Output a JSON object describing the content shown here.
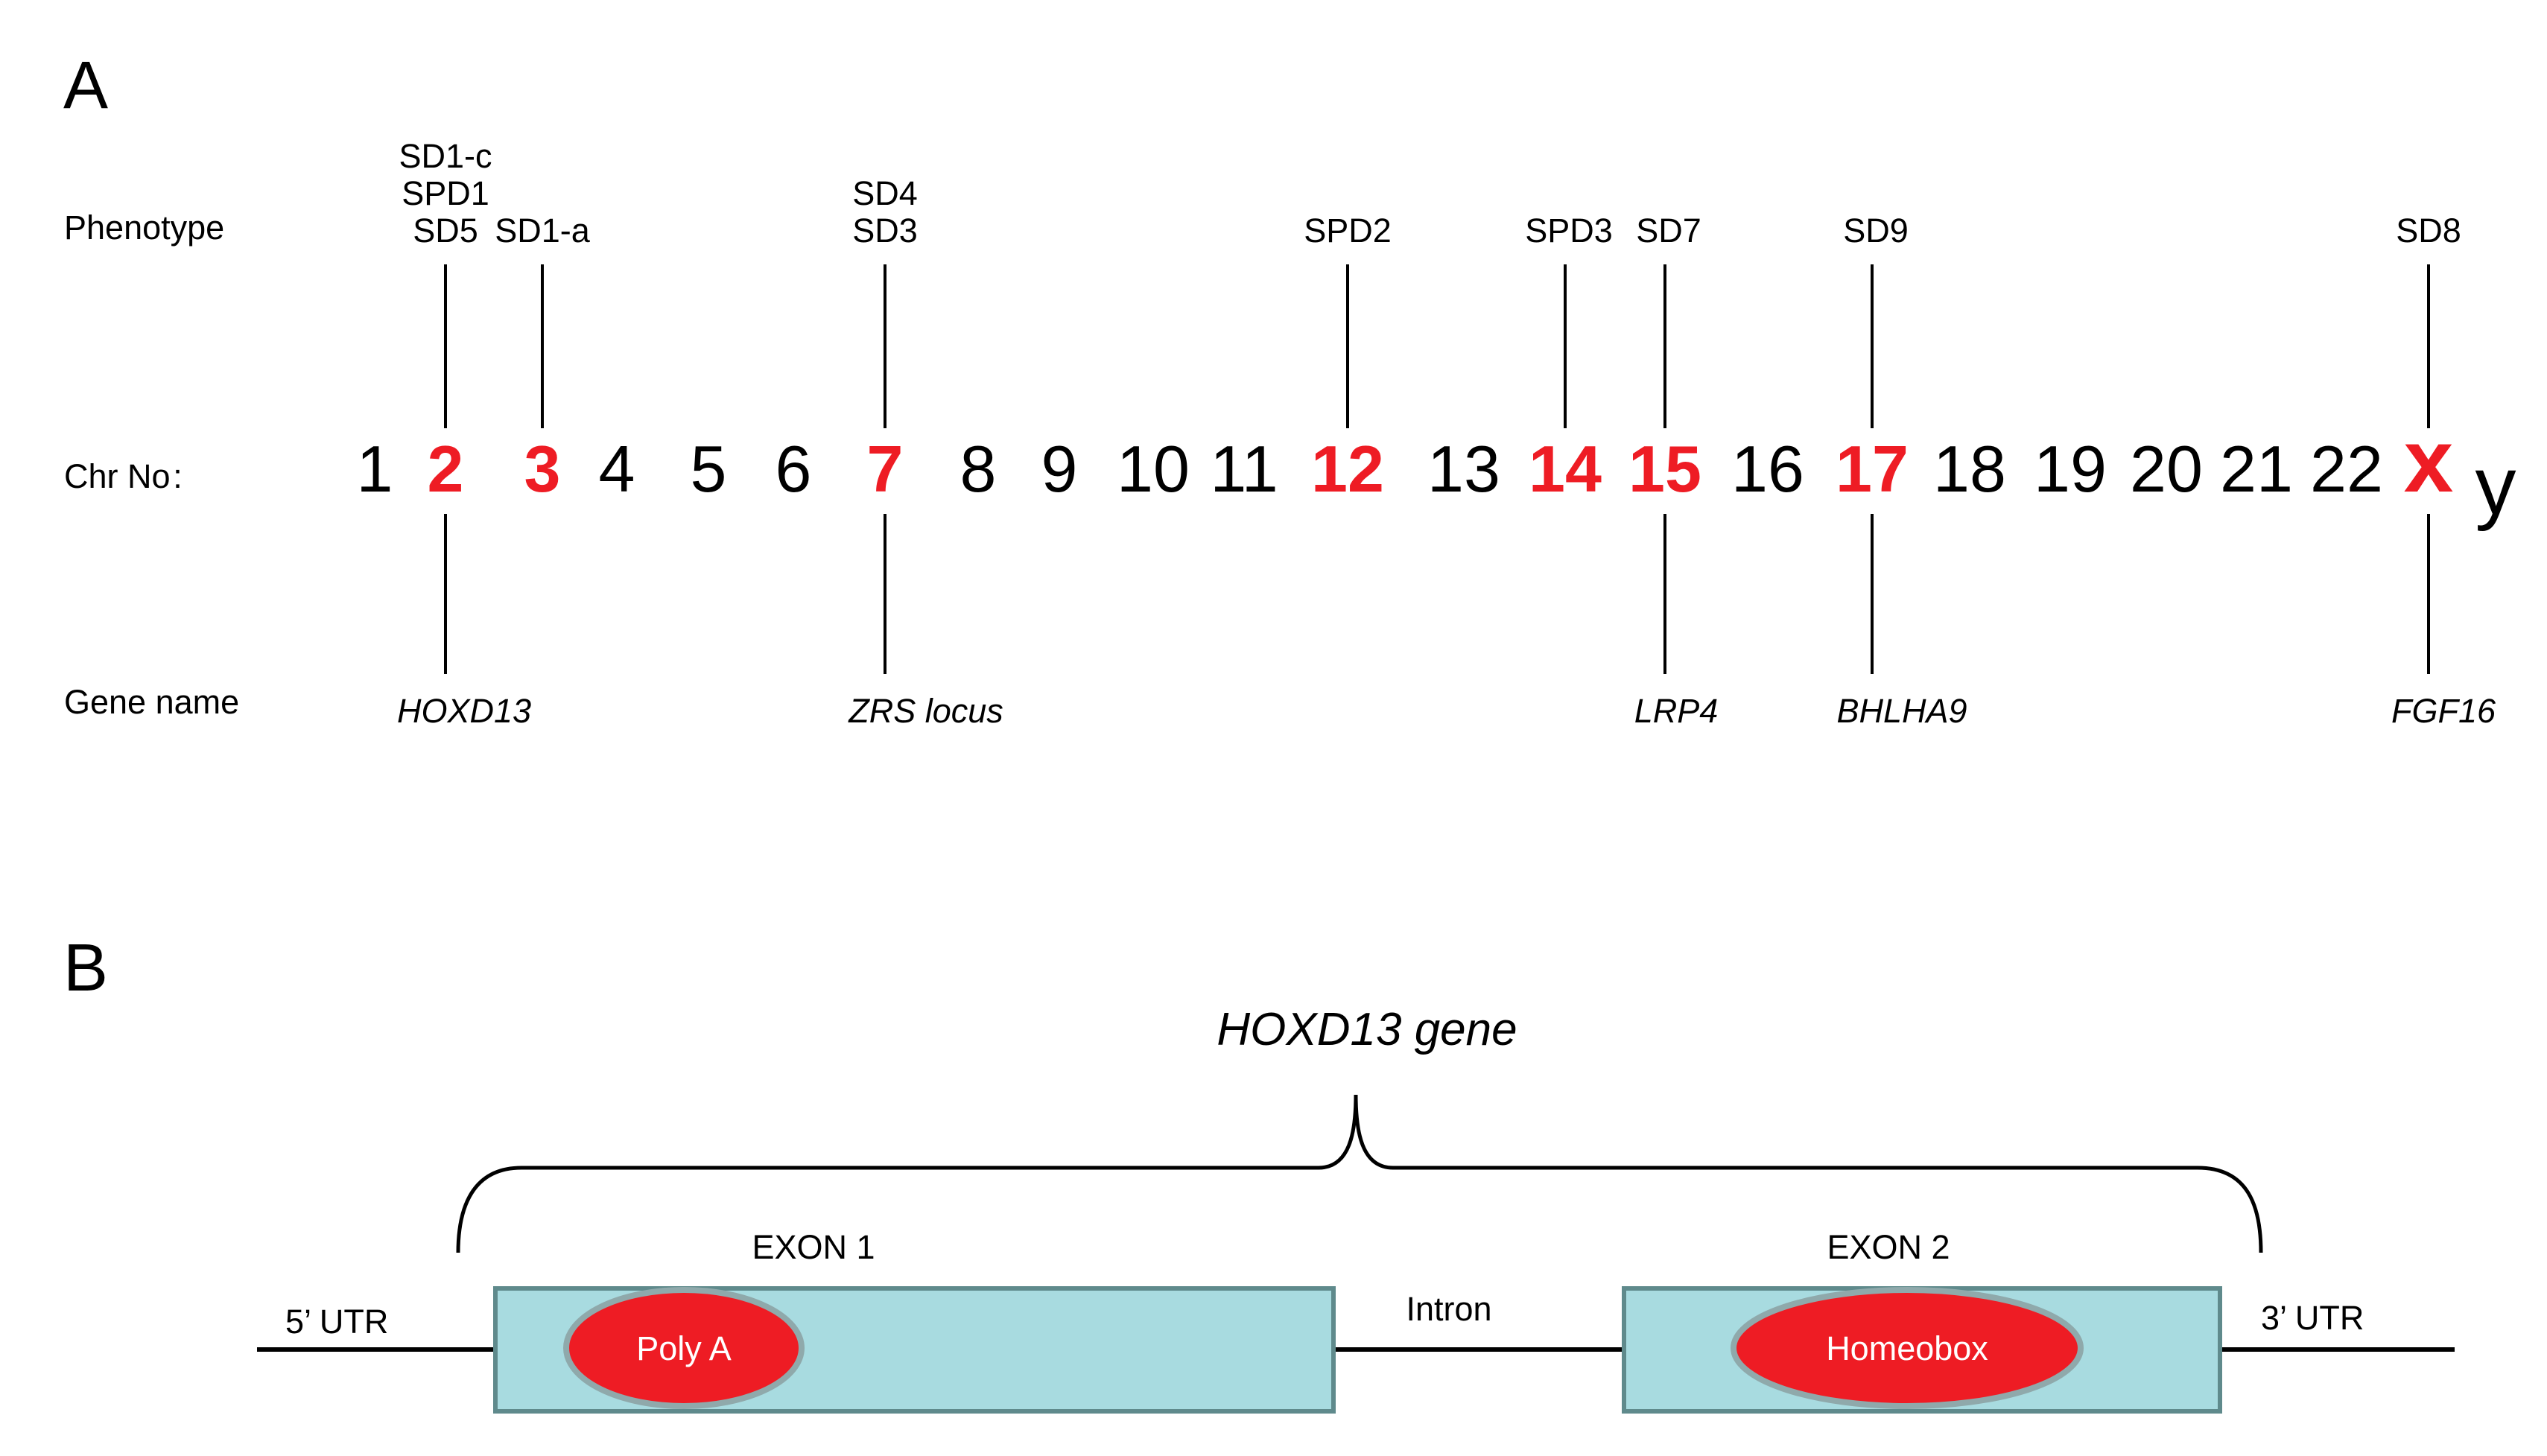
{
  "panel_a": {
    "label": "A",
    "row_labels": {
      "phenotype": "Phenotype",
      "chr": "Chr No :",
      "gene": "Gene name"
    },
    "chromosomes": [
      {
        "label": "1",
        "highlight": false
      },
      {
        "label": "2",
        "highlight": true
      },
      {
        "label": "3",
        "highlight": true
      },
      {
        "label": "4",
        "highlight": false
      },
      {
        "label": "5",
        "highlight": false
      },
      {
        "label": "6",
        "highlight": false
      },
      {
        "label": "7",
        "highlight": true
      },
      {
        "label": "8",
        "highlight": false
      },
      {
        "label": "9",
        "highlight": false
      },
      {
        "label": "10",
        "highlight": false
      },
      {
        "label": "11",
        "highlight": false
      },
      {
        "label": "12",
        "highlight": true
      },
      {
        "label": "13",
        "highlight": false
      },
      {
        "label": "14",
        "highlight": true
      },
      {
        "label": "15",
        "highlight": true
      },
      {
        "label": "16",
        "highlight": false
      },
      {
        "label": "17",
        "highlight": true
      },
      {
        "label": "18",
        "highlight": false
      },
      {
        "label": "19",
        "highlight": false
      },
      {
        "label": "20",
        "highlight": false
      },
      {
        "label": "21",
        "highlight": false
      },
      {
        "label": "22",
        "highlight": false
      },
      {
        "label": "x",
        "highlight": true
      },
      {
        "label": "y",
        "highlight": false
      }
    ],
    "phenotypes": [
      {
        "chr": "2",
        "lines": [
          "SD1-c",
          "SPD1",
          "SD5"
        ]
      },
      {
        "chr": "3",
        "lines": [
          "SD1-a"
        ]
      },
      {
        "chr": "7",
        "lines": [
          "SD4",
          "SD3"
        ]
      },
      {
        "chr": "12",
        "lines": [
          "SPD2"
        ]
      },
      {
        "chr": "14",
        "lines": [
          "SPD3"
        ]
      },
      {
        "chr": "15",
        "lines": [
          "SD7"
        ]
      },
      {
        "chr": "17",
        "lines": [
          "SD9"
        ]
      },
      {
        "chr": "x",
        "lines": [
          "SD8"
        ]
      }
    ],
    "genes": [
      {
        "chr": "2",
        "name": "HOXD13"
      },
      {
        "chr": "7",
        "name": "ZRS locus"
      },
      {
        "chr": "15",
        "name": "LRP4"
      },
      {
        "chr": "17",
        "name": "BHLHA9"
      },
      {
        "chr": "x",
        "name": "FGF16"
      }
    ]
  },
  "panel_b": {
    "label": "B",
    "gene_title": "HOXD13 gene",
    "utr5": "5’ UTR",
    "utr3": "3’ UTR",
    "intron": "Intron",
    "exon1": {
      "label": "EXON 1",
      "feature": "Poly A"
    },
    "exon2": {
      "label": "EXON 2",
      "feature": "Homeobox"
    }
  },
  "colors": {
    "highlight": "#ee1c24",
    "text": "#000000",
    "exon_fill": "#a8dbe0",
    "exon_stroke": "#5f8a8c",
    "feature_fill": "#ee1c24",
    "feature_stroke": "#8fa9ab",
    "feature_text": "#ffffff"
  }
}
